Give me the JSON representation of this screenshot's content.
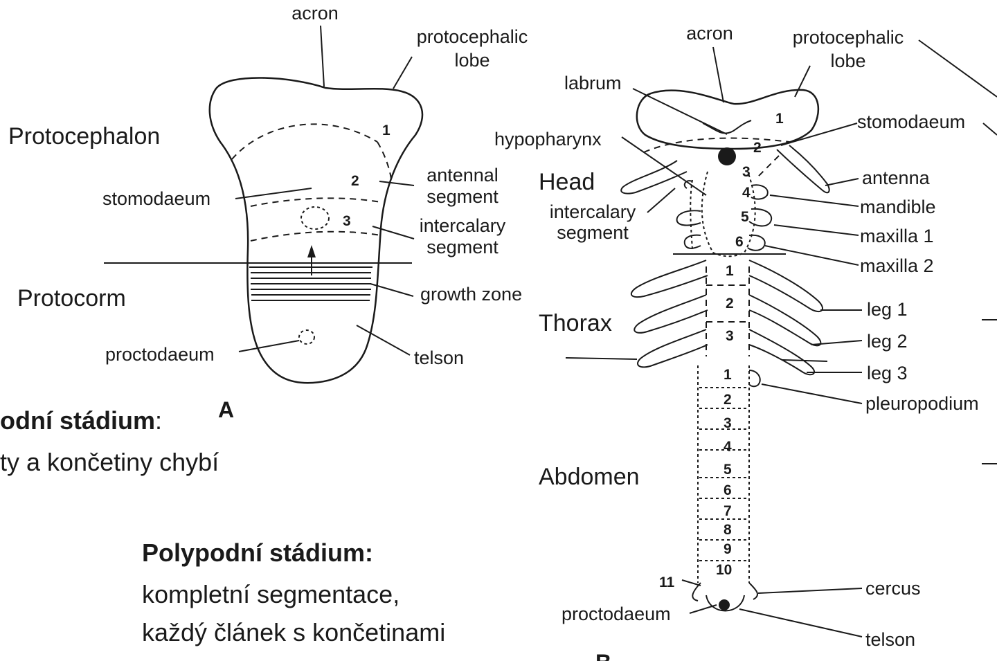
{
  "panelA": {
    "acron": "acron",
    "protocephalic_1": "protocephalic",
    "protocephalic_2": "lobe",
    "protocephalon": "Protocephalon",
    "stomodaeum": "stomodaeum",
    "antennal_1": "antennal",
    "antennal_2": "segment",
    "intercalary_1": "intercalary",
    "intercalary_2": "segment",
    "protocorm": "Protocorm",
    "growth_zone": "growth zone",
    "proctodaeum": "proctodaeum",
    "telson": "telson",
    "letter": "A",
    "seg_numbers": [
      "1",
      "2",
      "3"
    ]
  },
  "panelB": {
    "acron": "acron",
    "protocephalic_1": "protocephalic",
    "protocephalic_2": "lobe",
    "labrum": "labrum",
    "stomodaeum": "stomodaeum",
    "hypopharynx": "hypopharynx",
    "head": "Head",
    "antenna": "antenna",
    "mandible": "mandible",
    "intercalary_1": "intercalary",
    "intercalary_2": "segment",
    "maxilla1": "maxilla 1",
    "maxilla2": "maxilla 2",
    "thorax": "Thorax",
    "leg1": "leg 1",
    "leg2": "leg 2",
    "leg3": "leg 3",
    "pleuropodium": "pleuropodium",
    "abdomen": "Abdomen",
    "cercus": "cercus",
    "proctodaeum": "proctodaeum",
    "telson": "telson",
    "letter": "B",
    "head_numbers": [
      "1",
      "2",
      "3",
      "4",
      "5",
      "6"
    ],
    "thorax_numbers": [
      "1",
      "2",
      "3"
    ],
    "abdomen_numbers": [
      "1",
      "2",
      "3",
      "4",
      "5",
      "6",
      "7",
      "8",
      "9",
      "10",
      "11"
    ]
  },
  "overlay": {
    "oligo_title": "odní stádium",
    "oligo_colon": ":",
    "oligo_text": "ty a končetiny chybí",
    "poly_title": "Polypodní stádium:",
    "poly_line1": "kompletní segmentace,",
    "poly_line2": "každý článek s končetinami"
  }
}
